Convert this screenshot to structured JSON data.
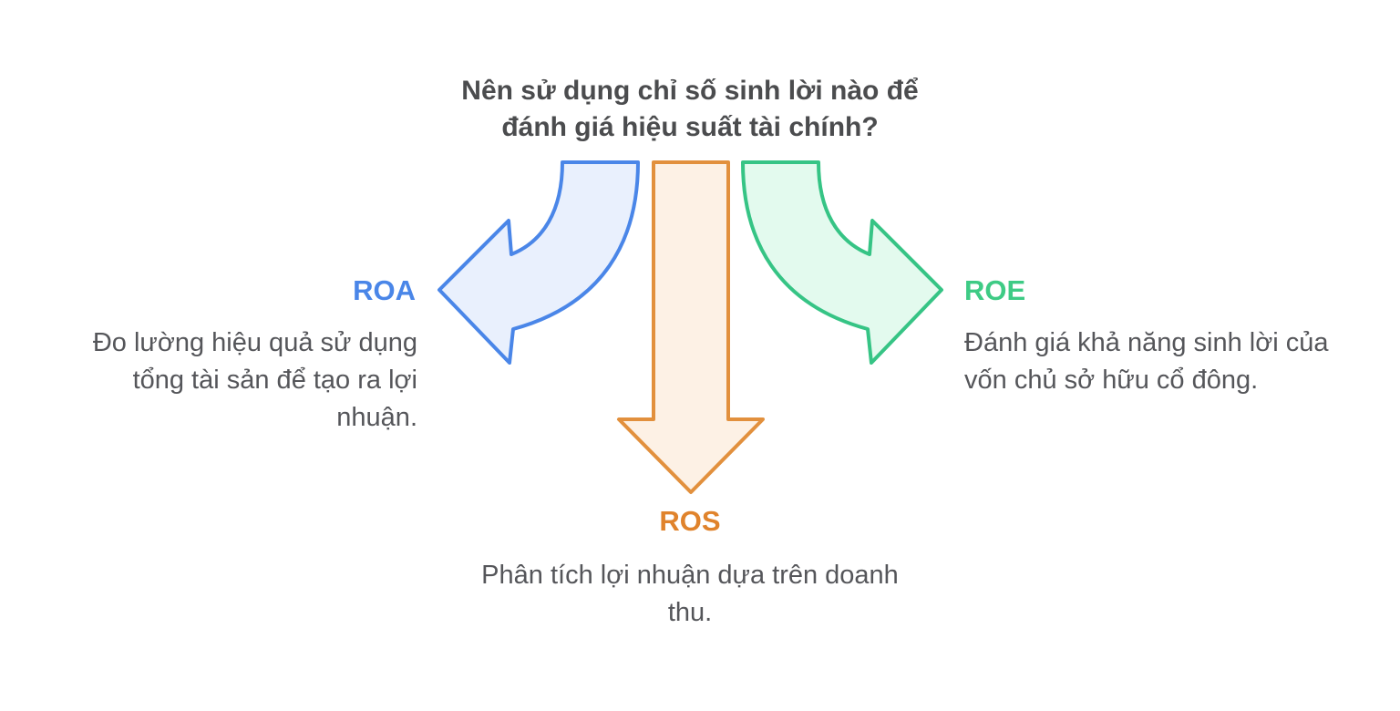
{
  "title": {
    "text": "Nên sử dụng chỉ số sinh lời nào để đánh giá hiệu suất tài chính?",
    "color": "#4b4c4e"
  },
  "branches": {
    "roa": {
      "label": "ROA",
      "description": "Đo lường hiệu quả sử dụng tổng tài sản để tạo ra lợi nhuận.",
      "label_color": "#4a86e8",
      "arrow_stroke": "#4a86e8",
      "arrow_fill": "#e9f0fd",
      "arrow_icon": "curved-arrow-down-left-icon"
    },
    "ros": {
      "label": "ROS",
      "description": "Phân tích lợi nhuận dựa trên doanh thu.",
      "label_color": "#e0832c",
      "arrow_stroke": "#e2903d",
      "arrow_fill": "#fdf1e5",
      "arrow_icon": "straight-arrow-down-icon"
    },
    "roe": {
      "label": "ROE",
      "description": "Đánh giá khả năng sinh lời của vốn chủ sở hữu cổ đông.",
      "label_color": "#3ecb85",
      "arrow_stroke": "#36c485",
      "arrow_fill": "#e3faee",
      "arrow_icon": "curved-arrow-down-right-icon"
    }
  },
  "text_color": "#55565a",
  "background_color": "#ffffff"
}
